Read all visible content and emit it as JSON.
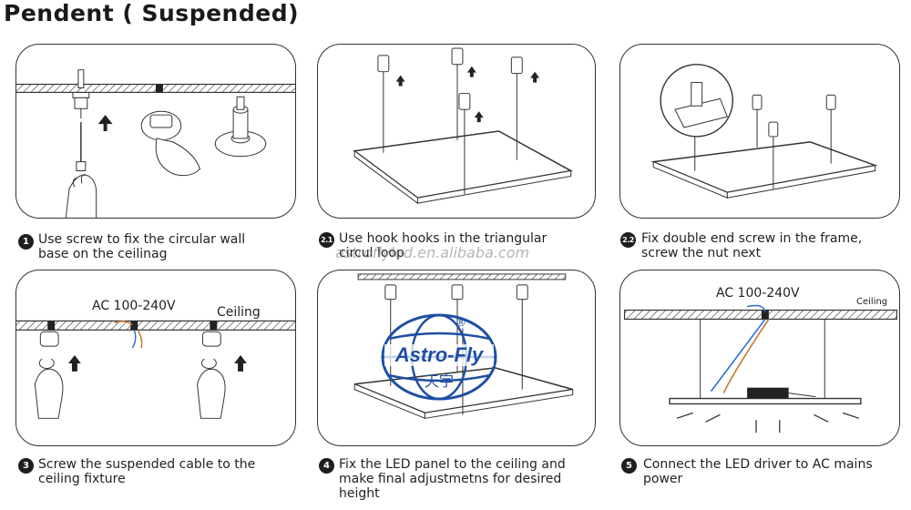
{
  "title": "Pendent ( Suspended)",
  "colors": {
    "line": "#333333",
    "logo_blue": "#1f4fa3",
    "wire_blue": "#2a6fd6",
    "wire_brown": "#c7782a"
  },
  "steps": [
    {
      "number": "1",
      "caption_lines": [
        "Use screw to fix the circular wall",
        "base on the ceilinag"
      ]
    },
    {
      "number": "2.1",
      "caption_lines": [
        "Use hook hooks in the triangular",
        "circul loop"
      ]
    },
    {
      "number": "2.2",
      "caption_lines": [
        "Fix double end screw in the frame,",
        "screw the nut next"
      ]
    },
    {
      "number": "3",
      "caption_lines": [
        "Screw the suspended cable to the",
        "ceiling fixture"
      ]
    },
    {
      "number": "4",
      "caption_lines": [
        "Fix the LED panel to the ceiling and",
        "make final adjustmetns for desired",
        "height"
      ]
    },
    {
      "number": "5",
      "caption_lines": [
        "Connect the LED driver to AC mains",
        "power"
      ]
    }
  ],
  "labels": {
    "ac_voltage": "AC 100-240V",
    "ceiling": "Ceiling"
  },
  "watermark": {
    "url": "astroflyled.en.alibaba.com",
    "logo_text": "Astro-Fly",
    "logo_cn": "天宇",
    "registered": "®"
  },
  "icons": [
    "screw-anchor-icon",
    "wall-base-icon",
    "hand-icon",
    "arrow-up-icon",
    "led-panel-icon",
    "led-driver-icon"
  ]
}
